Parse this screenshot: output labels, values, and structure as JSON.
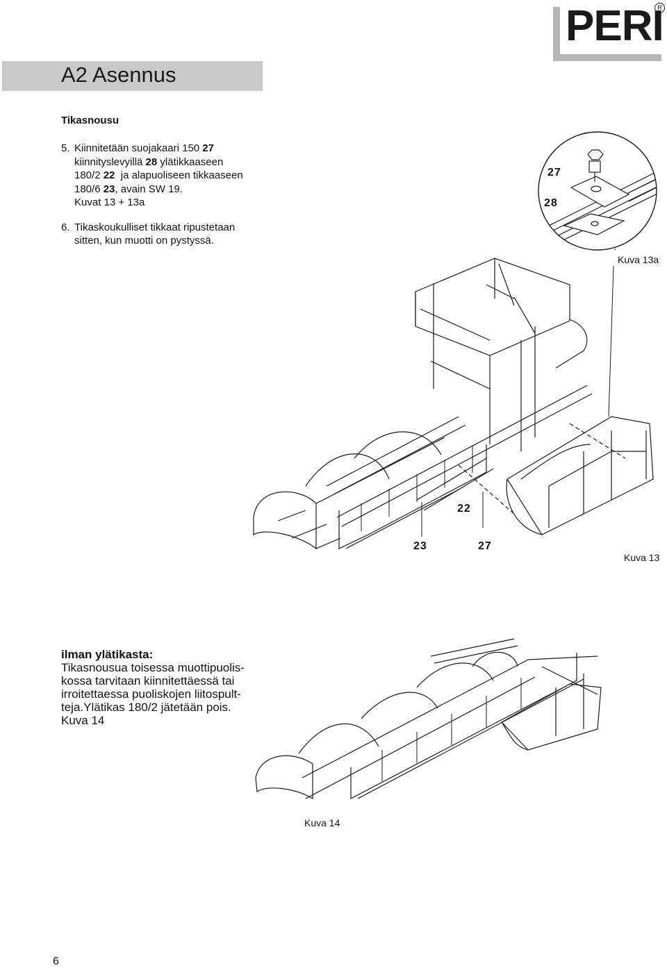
{
  "logo": {
    "text": "PERI",
    "registered": "R"
  },
  "section_title": "A2 Asennus",
  "subheading": "Tikasnousu",
  "steps": [
    {
      "number": "5.",
      "lines": [
        [
          "Kiinnitetään suojakaari 150 ",
          "27"
        ],
        [
          "kiinnityslevyillä ",
          "28",
          " ylätikkaaseen"
        ],
        [
          "180/2 ",
          "22",
          "  ja alapuoliseen tikkaaseen"
        ],
        [
          "180/6 ",
          "23",
          ", avain SW 19."
        ],
        [
          "Kuvat 13 + 13a"
        ]
      ]
    },
    {
      "number": "6.",
      "lines": [
        [
          "Tikaskoukulliset tikkaat ripustetaan"
        ],
        [
          "sitten, kun muotti on pystyssä."
        ]
      ]
    }
  ],
  "detail_labels": {
    "a": "27",
    "b": "28"
  },
  "figure_labels": {
    "a": "22",
    "b": "23",
    "c": "27"
  },
  "captions": {
    "fig13a": "Kuva 13a",
    "fig13": "Kuva 13",
    "fig14": "Kuva 14"
  },
  "note": {
    "heading": "ilman ylätikasta:",
    "lines": [
      "Tikasnousua toisessa muottipuolis-",
      "kossa tarvitaan kiinnitettäessä tai",
      "irroitettaessa puoliskojen liitospult-",
      "teja.Ylätikas 180/2 jätetään pois.",
      "Kuva 14"
    ]
  },
  "page_number": "6",
  "colors": {
    "section_bar": "#c9c9c9",
    "logo": "#1a1a1a",
    "line_art": "#1a1a1a"
  }
}
